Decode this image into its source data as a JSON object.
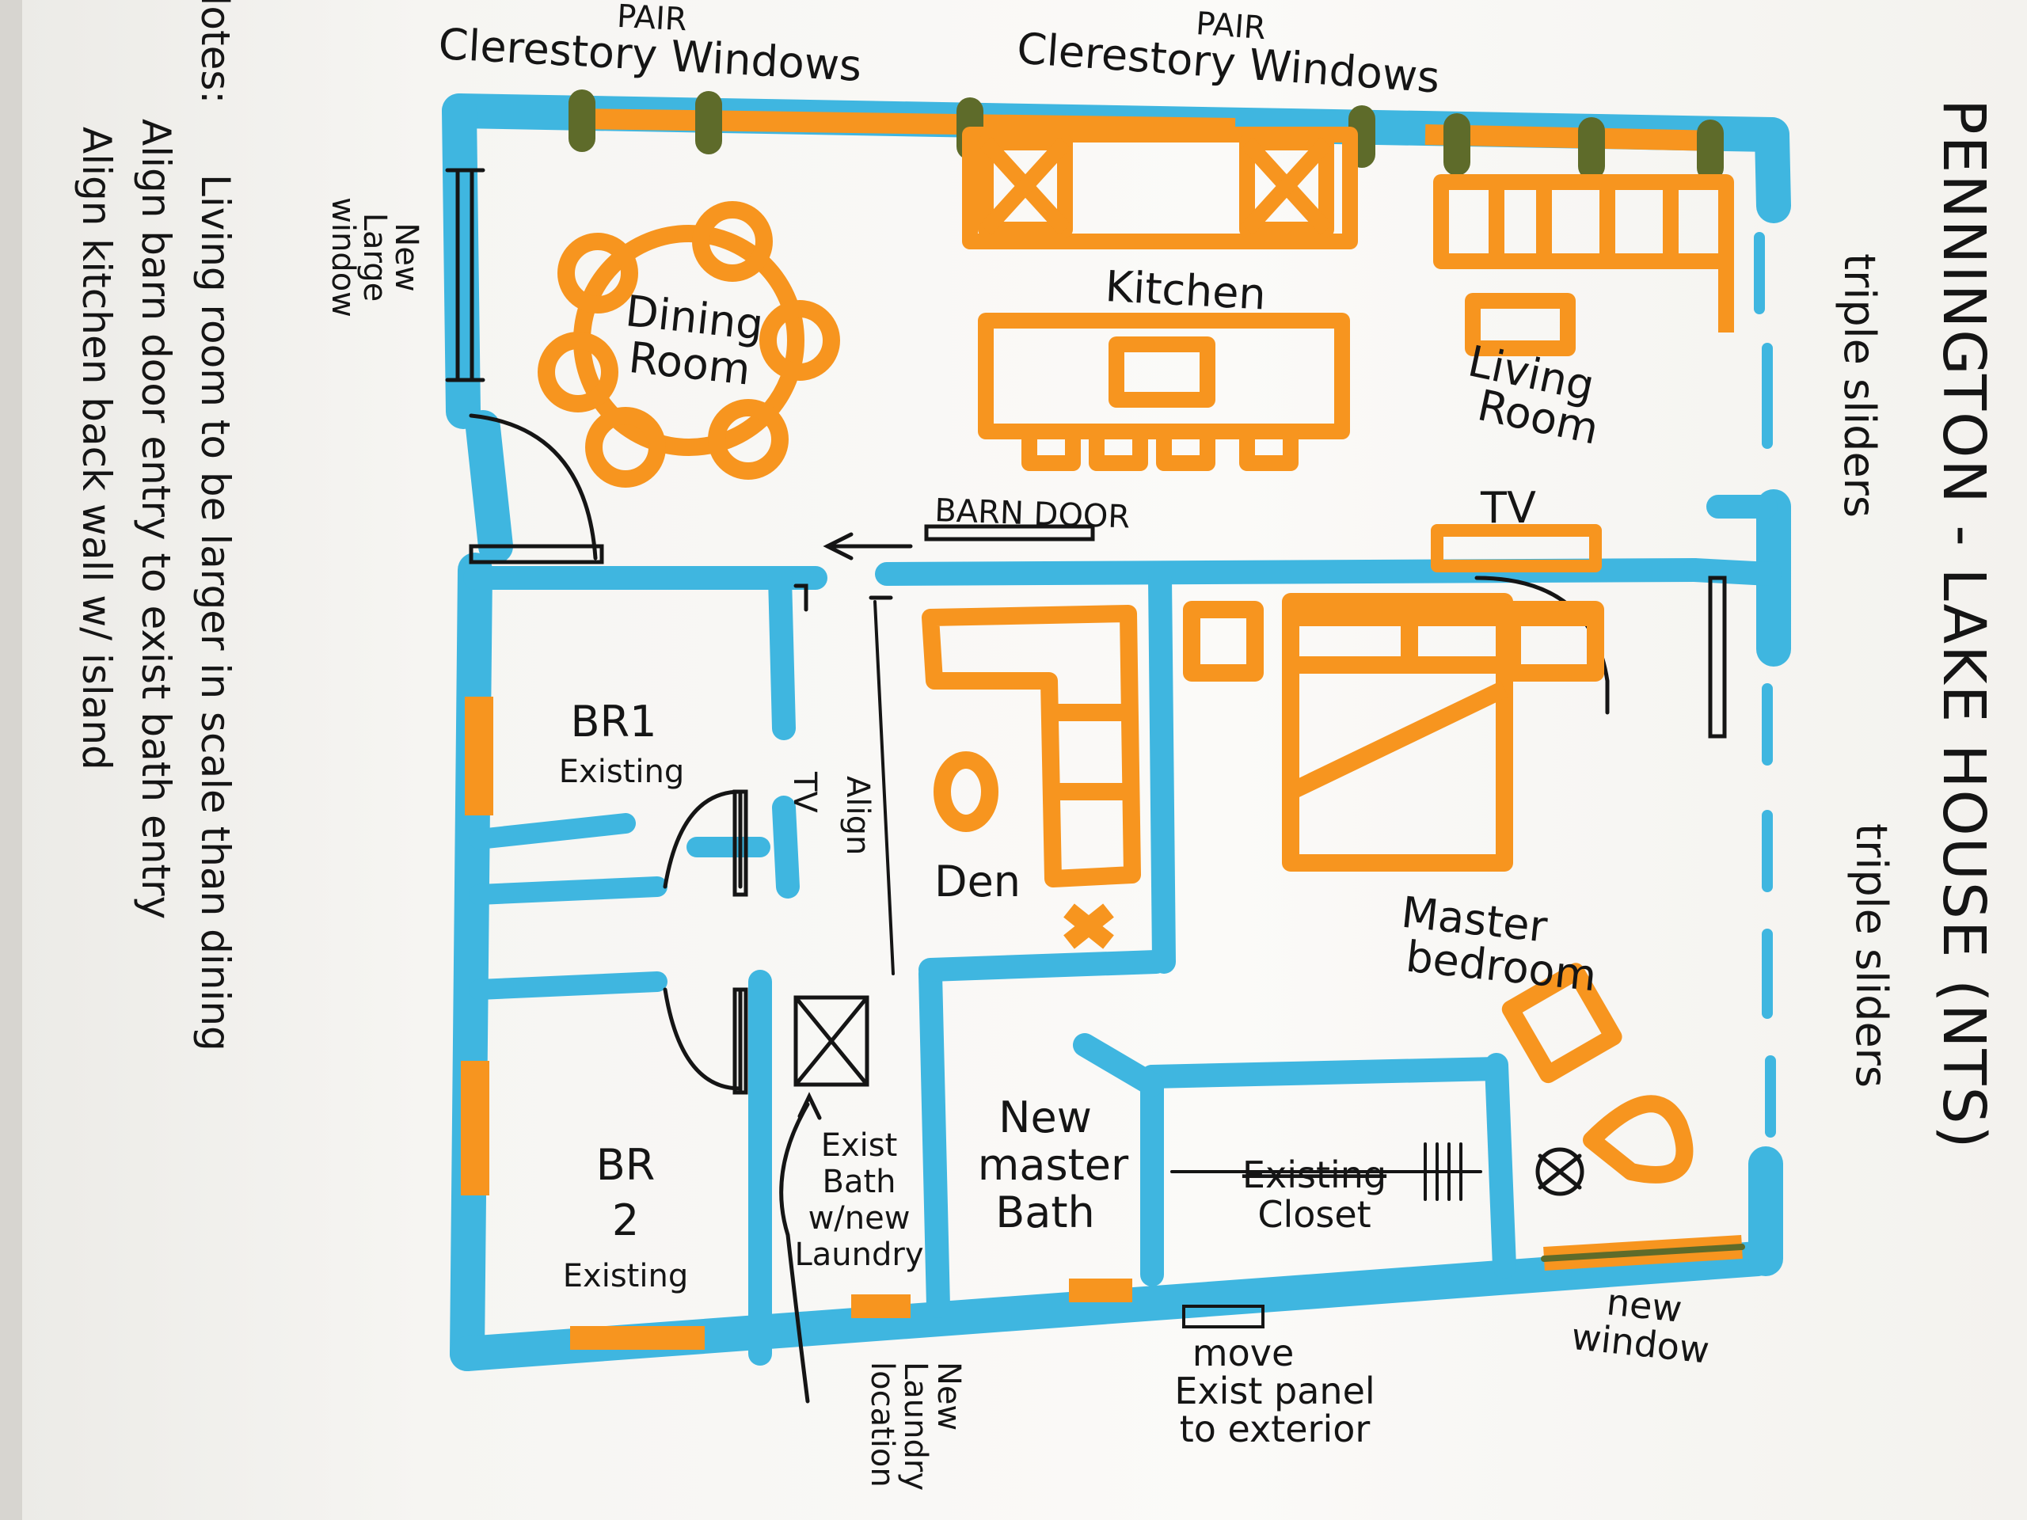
{
  "title": "PENNINGTON - LAKE HOUSE (NTS)",
  "notes": {
    "heading": "Notes:",
    "lines": [
      "Living room to be larger in scale than dining",
      "Align barn door entry to exist bath entry",
      "Align kitchen back wall w/ island"
    ]
  },
  "rooms": {
    "dining": [
      "Dining",
      "Room"
    ],
    "kitchen": "Kitchen",
    "living": [
      "Living",
      "Room"
    ],
    "br1": [
      "BR1",
      "Existing"
    ],
    "br2": [
      "BR",
      "2",
      "Existing"
    ],
    "den": "Den",
    "master_bedroom": [
      "Master",
      "bedroom"
    ],
    "new_master_bath": [
      "New",
      "master",
      "Bath"
    ],
    "exist_bath": [
      "Exist",
      "Bath",
      "w/new",
      "Laundry"
    ],
    "existing_closet": [
      "Existing",
      "Closet"
    ]
  },
  "annotations": {
    "clerestory_left": [
      "PAIR",
      "Clerestory Windows"
    ],
    "clerestory_right": [
      "PAIR",
      "Clerestory Windows"
    ],
    "new_large_window": [
      "New",
      "Large",
      "window"
    ],
    "triple_sliders_top": "triple sliders",
    "triple_sliders_bottom": "triple sliders",
    "barn_door": "BARN DOOR",
    "tv_living": "TV",
    "tv_br1": "TV",
    "align": "Align",
    "new_window": [
      "new",
      "window"
    ],
    "move_panel": [
      "move",
      "Exist panel",
      "to exterior"
    ],
    "new_laundry": [
      "New",
      "Laundry",
      "location"
    ]
  },
  "colors": {
    "walls": "#3fb6e0",
    "furniture": "#f7951f",
    "ink": "#151515"
  }
}
